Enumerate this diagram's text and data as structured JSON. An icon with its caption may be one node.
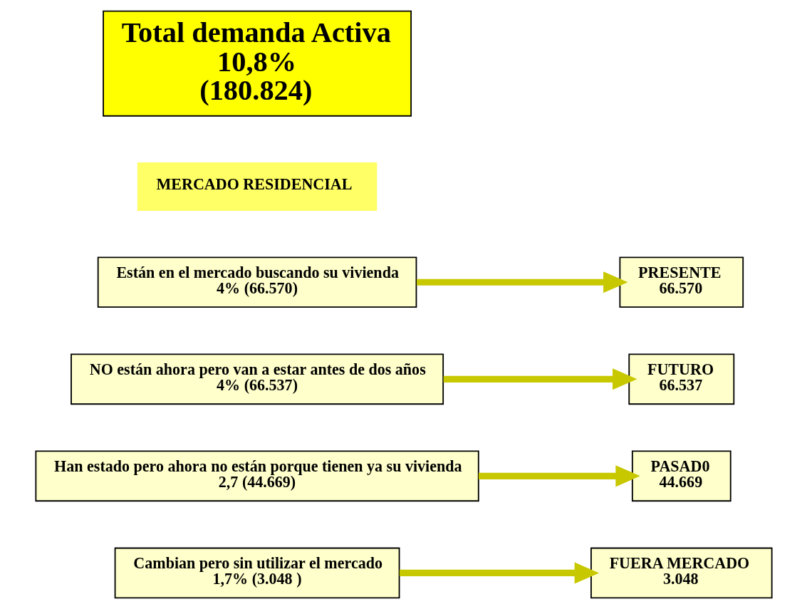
{
  "diagram": {
    "nodes": [
      {
        "text": [
          "Total demanda Activa",
          "10,8%",
          "(180.824)"
        ]
      },
      {
        "text": [
          "MERCADO RESIDENCIAL"
        ]
      },
      {
        "text": [
          "Están en el mercado buscando su vivienda",
          "4% (66.570)"
        ]
      },
      {
        "text": [
          "PRESENTE",
          "66.570"
        ]
      },
      {
        "text": [
          "NO están ahora pero van a estar antes de dos años",
          "4% (66.537)"
        ]
      },
      {
        "text": [
          "FUTURO",
          "66.537"
        ]
      },
      {
        "text": [
          "Han estado pero ahora no están porque tienen ya su vivienda",
          "2,7 (44.669)"
        ]
      },
      {
        "text": [
          "PASAD0",
          "44.669"
        ]
      },
      {
        "text": [
          "Cambian pero sin utilizar el mercado",
          "1,7% (3.048 )"
        ]
      },
      {
        "text": [
          "FUERA MERCADO",
          "3.048"
        ]
      }
    ],
    "edges": [
      {
        "from": 2,
        "to": 3,
        "arrow": "to"
      },
      {
        "from": 4,
        "to": 5,
        "arrow": "to"
      },
      {
        "from": 6,
        "to": 7,
        "arrow": "to"
      },
      {
        "from": 8,
        "to": 9,
        "arrow": "to"
      }
    ]
  }
}
